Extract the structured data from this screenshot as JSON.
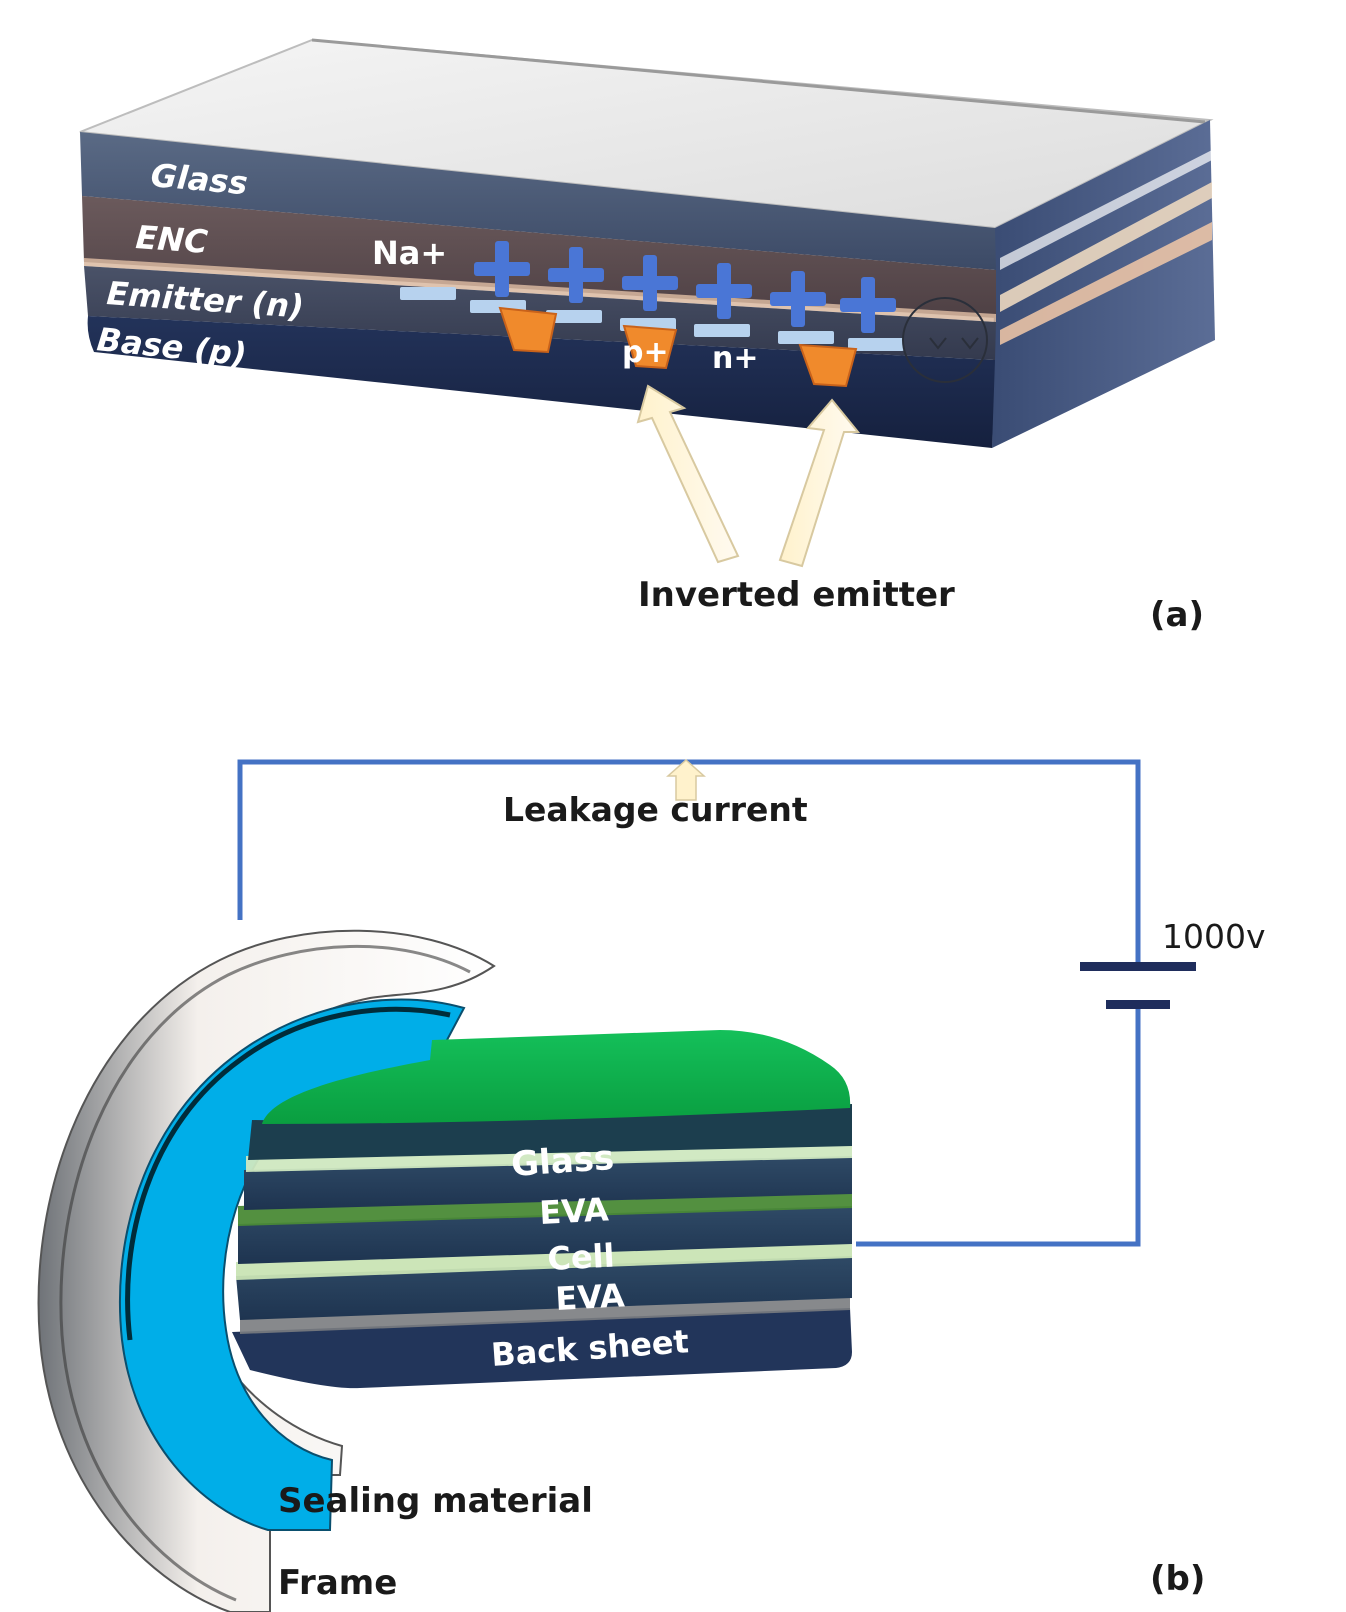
{
  "panel_a": {
    "layers": {
      "glass": "Glass",
      "enc": "ENC",
      "emitter": "Emitter (n)",
      "base": "Base (p)"
    },
    "ion_label": "Na+",
    "p_plus": "p+",
    "n_plus": "n+",
    "inverted_emitter": "Inverted emitter",
    "panel_label": "(a)"
  },
  "panel_b": {
    "leakage_current": "Leakage current",
    "voltage": "1000v",
    "layers": {
      "glass": "Glass",
      "eva_top": "EVA",
      "cell": "Cell",
      "eva_bottom": "EVA",
      "back_sheet": "Back sheet"
    },
    "sealing_material": "Sealing material",
    "frame": "Frame",
    "panel_label": "(b)"
  },
  "colors": {
    "circuit_wire": "#4472c4",
    "battery": "#1f2d5c",
    "plus_sign": "#4a76d6",
    "inverted_emitter_region": "#f08a2c",
    "sealing": "#00aee8",
    "module_glass": "#0fb24a",
    "arrow_fill": "#fff5d6"
  }
}
